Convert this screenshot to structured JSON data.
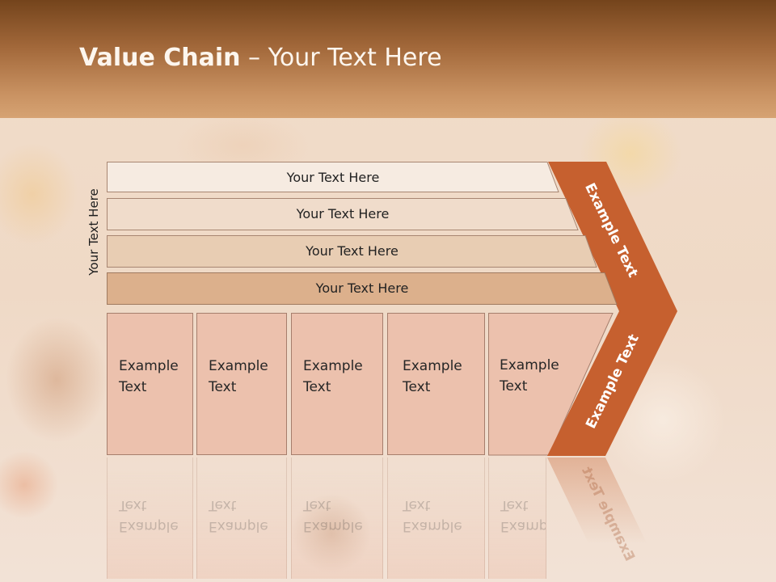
{
  "slide": {
    "title_bold": "Value Chain",
    "title_rest": " – Your Text Here",
    "vertical_label": "Your Text Here",
    "bars": [
      {
        "label": "Your Text Here",
        "color": "#f6ebe1"
      },
      {
        "label": "Your Text Here",
        "color": "#f0dccb"
      },
      {
        "label": "Your Text Here",
        "color": "#e8cdb3"
      },
      {
        "label": "Your Text Here",
        "color": "#dcb08c"
      }
    ],
    "boxes": [
      {
        "line1": "Example",
        "line2": "Text"
      },
      {
        "line1": "Example",
        "line2": "Text"
      },
      {
        "line1": "Example",
        "line2": "Text"
      },
      {
        "line1": "Example",
        "line2": "Text"
      },
      {
        "line1": "Example",
        "line2": "Text"
      }
    ],
    "chevron_top_text": "Example Text",
    "chevron_bottom_text": "Example Text",
    "chevron_color": "#c6602f"
  }
}
